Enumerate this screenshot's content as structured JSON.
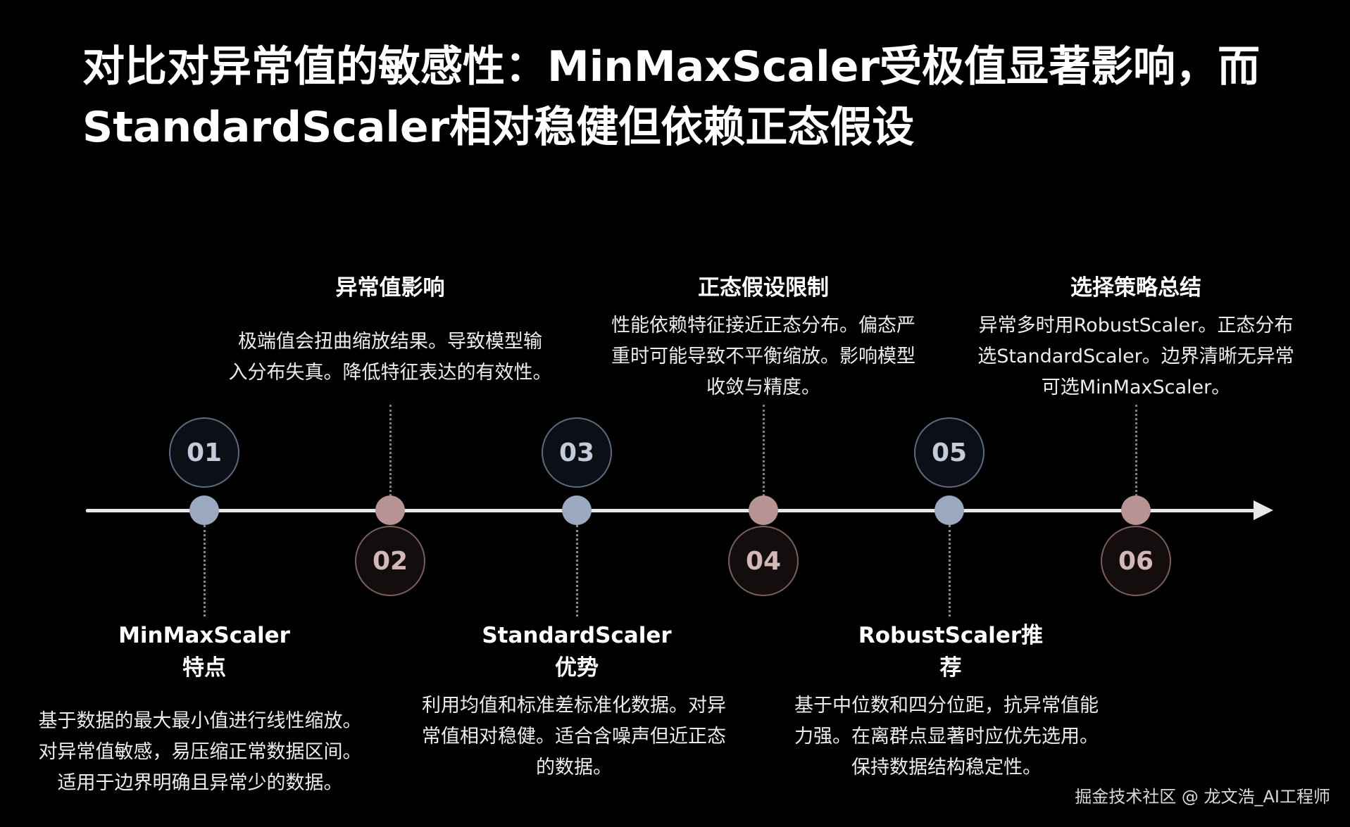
{
  "title": {
    "line1": "对比对异常值的敏感性：MinMaxScaler受极值显著影响，而",
    "line2": "StandardScaler相对稳健但依赖正态假设"
  },
  "colors": {
    "background": "#000000",
    "axis": "#e8e8e8",
    "odd_accent": "#9aa8c0",
    "even_accent": "#b79393"
  },
  "steps": [
    {
      "number": "01",
      "heading": [
        "MinMaxScaler",
        "特点"
      ],
      "desc": [
        "基于数据的最大最小值进行线性缩放。",
        "对异常值敏感，易压缩正常数据区间。",
        "适用于边界明确且异常少的数据。"
      ]
    },
    {
      "number": "02",
      "heading": [
        "异常值影响"
      ],
      "desc": [
        "极端值会扭曲缩放结果。导致模型输",
        "入分布失真。降低特征表达的有效性。"
      ]
    },
    {
      "number": "03",
      "heading": [
        "StandardScaler",
        "优势"
      ],
      "desc": [
        "利用均值和标准差标准化数据。对异",
        "常值相对稳健。适合含噪声但近正态",
        "的数据。"
      ]
    },
    {
      "number": "04",
      "heading": [
        "正态假设限制"
      ],
      "desc": [
        "性能依赖特征接近正态分布。偏态严",
        "重时可能导致不平衡缩放。影响模型",
        "收敛与精度。"
      ]
    },
    {
      "number": "05",
      "heading": [
        "RobustScaler推",
        "荐"
      ],
      "desc": [
        "基于中位数和四分位距，抗异常值能",
        "力强。在离群点显著时应优先选用。",
        "保持数据结构稳定性。"
      ]
    },
    {
      "number": "06",
      "heading": [
        "选择策略总结"
      ],
      "desc": [
        "异常多时用RobustScaler。正态分布",
        "选StandardScaler。边界清晰无异常",
        "可选MinMaxScaler。"
      ]
    }
  ],
  "watermark": "掘金技术社区 @ 龙文浩_AI工程师"
}
